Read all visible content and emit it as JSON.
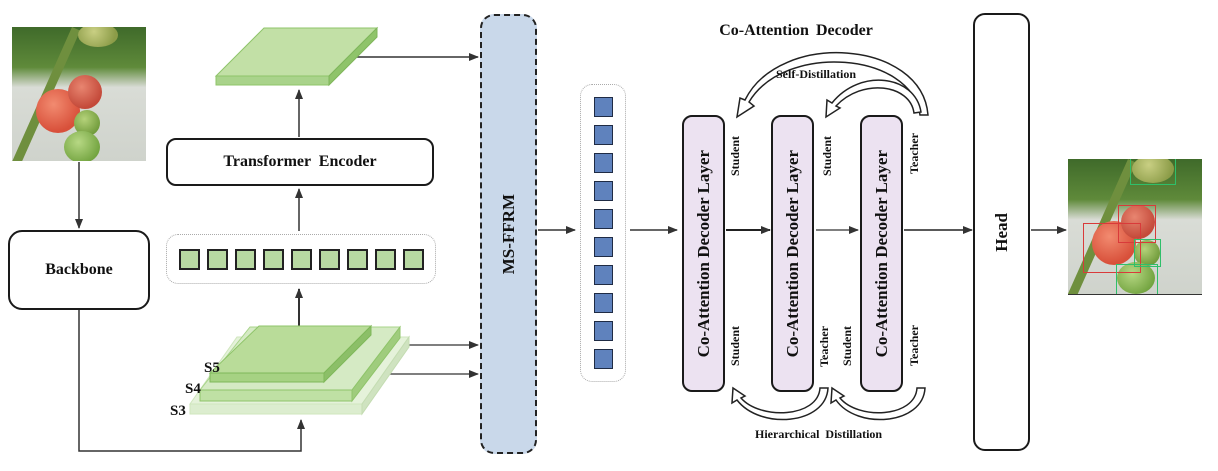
{
  "input_image": {
    "alt": "Input image: tomatoes on vine in greenhouse"
  },
  "output_image": {
    "alt": "Output image: tomatoes with detection bounding boxes",
    "box_colors": [
      "#d93a3a",
      "#2fbf6a"
    ]
  },
  "backbone": {
    "label": "Backbone"
  },
  "transformer_encoder": {
    "label": "Transformer Encoder"
  },
  "feature_stack": {
    "labels": [
      "S5",
      "S4",
      "S3"
    ]
  },
  "token_sequence_green": {
    "count": 9,
    "color": "#b8d9a2"
  },
  "msffrm": {
    "label": "MS-FFRM",
    "color": "#c9d8ea"
  },
  "query_tokens_blue": {
    "count": 10,
    "color": "#5f82bd"
  },
  "decoder": {
    "title": "Co-Attention Decoder",
    "background": "#eaf4fd",
    "layers": [
      {
        "label": "Co-Attention Decoder Layer",
        "top_role": "Student",
        "bottom_roles": [
          "Student"
        ]
      },
      {
        "label": "Co-Attention Decoder Layer",
        "top_role": "Student",
        "bottom_roles": [
          "Teacher",
          "Student"
        ]
      },
      {
        "label": "Co-Attention Decoder Layer",
        "top_role": "Teacher",
        "bottom_roles": [
          "Teacher"
        ]
      }
    ],
    "self_distillation_label": "Self-Distillation",
    "hierarchical_distillation_label": "Hierarchical Distillation"
  },
  "head": {
    "label": "Head"
  }
}
